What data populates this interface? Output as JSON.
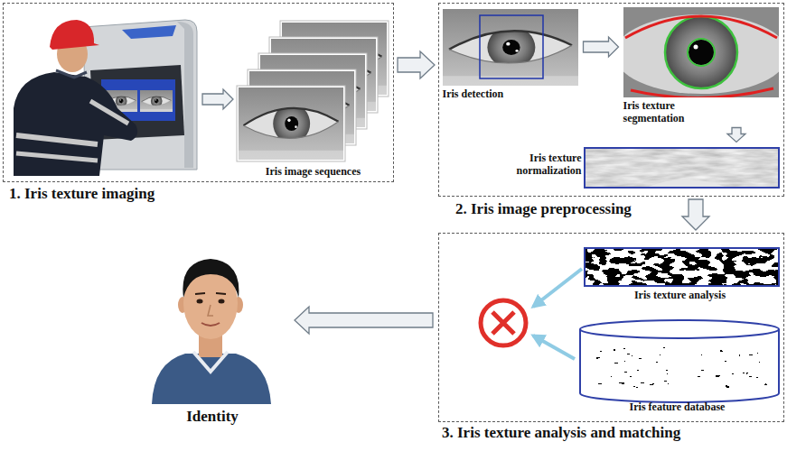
{
  "diagram": {
    "nodes": [
      {
        "text": [
          "1. Iris texture imaging"
        ]
      },
      {
        "text": [
          "Iris image sequences"
        ],
        "in": 0
      },
      {
        "text": [
          "2. Iris image preprocessing"
        ]
      },
      {
        "text": [
          "Iris detection"
        ],
        "in": 2
      },
      {
        "text": [
          "Iris texture segmentation"
        ],
        "in": 2
      },
      {
        "text": [
          "Iris texture normalization"
        ],
        "in": 2
      },
      {
        "text": [
          "3. Iris texture analysis and matching"
        ]
      },
      {
        "text": [
          "Iris texture analysis"
        ],
        "in": 6
      },
      {
        "text": [
          "Iris feature database"
        ],
        "in": 6
      },
      {
        "text": [
          "Identity"
        ]
      }
    ],
    "edges": [
      {
        "from": 0,
        "to": 2,
        "arrow": "to"
      },
      {
        "from": 3,
        "to": 4,
        "arrow": "to"
      },
      {
        "from": 4,
        "to": 5,
        "arrow": "to"
      },
      {
        "from": 2,
        "to": 6,
        "arrow": "to"
      },
      {
        "from": 6,
        "to": 9,
        "arrow": "to"
      }
    ]
  }
}
